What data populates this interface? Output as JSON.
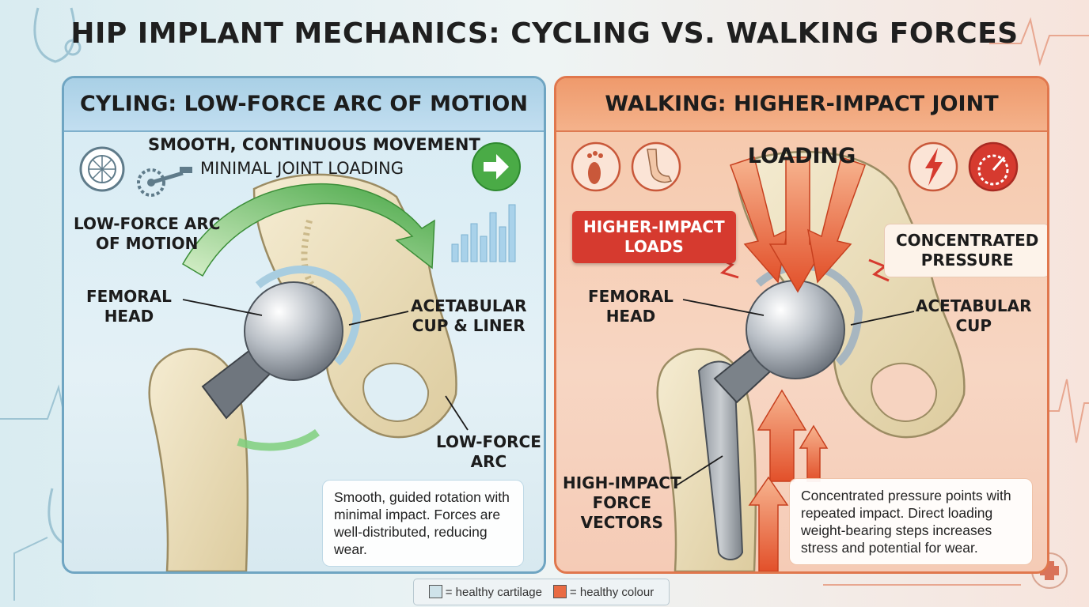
{
  "title": "HIP IMPLANT MECHANICS: CYCLING VS. WALKING FORCES",
  "cycling": {
    "header": "CYLING: LOW-FORCE ARC OF MOTION",
    "subtitle_bold": "SMOOTH, CONTINUOUS MOVEMENT",
    "subtitle": "MINIMAL JOINT LOADING",
    "label_arc": "LOW-FORCE ARC\nOF MOTION",
    "label_femoral": "FEMORAL\nHEAD",
    "label_acetabular": "ACETABULAR\nCUP & LINER",
    "label_low_arc": "LOW-FORCE\nARC",
    "description": "Smooth, guided rotation with minimal impact. Forces are well-distributed, reducing wear.",
    "icons": [
      "bicycle-wheel-icon",
      "crank-pedal-icon",
      "arrow-right-icon",
      "bar-chart-icon"
    ],
    "accent": "#4fae4a",
    "border": "#6fa5c2"
  },
  "walking": {
    "header": "WALKING: HIGHER-IMPACT JOINT LOADING",
    "callout_loads": "HIGHER-IMPACT\nLOADS",
    "callout_pressure": "CONCENTRATED\nPRESSURE",
    "label_femoral": "FEMORAL\nHEAD",
    "label_acetabular": "ACETABULAR\nCUP",
    "label_vectors": "HIGH-IMPACT\nFORCE\nVECTORS",
    "description": "Concentrated pressure points with repeated impact. Direct loading weight-bearing steps increases stress and potential for wear.",
    "icons": [
      "footprint-icon",
      "foot-icon",
      "lightning-icon",
      "gauge-icon"
    ],
    "accent": "#e2502a",
    "border": "#e0774d"
  },
  "legend": {
    "item1": "= healthy cartilage",
    "item2": "= healthy colour",
    "color1": "#cfe3ea",
    "color2": "#e96b43"
  }
}
